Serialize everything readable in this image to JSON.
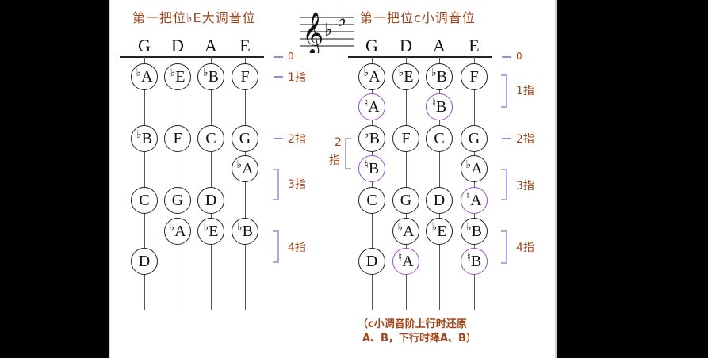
{
  "left": {
    "title": "第一把位♭E大调音位",
    "strings": [
      "G",
      "D",
      "A",
      "E"
    ],
    "zero_label": "0",
    "finger_labels": [
      "1指",
      "2指",
      "3指",
      "4指"
    ],
    "notes": [
      {
        "label": "A",
        "acc": "♭"
      },
      {
        "label": "E",
        "acc": "♭"
      },
      {
        "label": "B",
        "acc": "♭"
      },
      {
        "label": "F",
        "acc": ""
      },
      {
        "label": "B",
        "acc": "♭"
      },
      {
        "label": "F",
        "acc": ""
      },
      {
        "label": "C",
        "acc": ""
      },
      {
        "label": "G",
        "acc": ""
      },
      {
        "label": "A",
        "acc": "♭"
      },
      {
        "label": "C",
        "acc": ""
      },
      {
        "label": "G",
        "acc": ""
      },
      {
        "label": "D",
        "acc": ""
      },
      {
        "label": "A",
        "acc": "♭"
      },
      {
        "label": "E",
        "acc": "♭"
      },
      {
        "label": "B",
        "acc": "♭"
      },
      {
        "label": "D",
        "acc": ""
      }
    ]
  },
  "clef": {
    "name": "treble-clef-two-flats",
    "flats": 2
  },
  "right": {
    "title": "第一把位c小调音位",
    "strings": [
      "G",
      "D",
      "A",
      "E"
    ],
    "zero_label": "0",
    "finger_labels": [
      "1指",
      "2指",
      "3指",
      "4指"
    ],
    "side_label_num": "2",
    "side_label_char": "指",
    "notes": [
      {
        "label": "A",
        "acc": "♭"
      },
      {
        "label": "E",
        "acc": "♭"
      },
      {
        "label": "B",
        "acc": "♭"
      },
      {
        "label": "F",
        "acc": ""
      },
      {
        "label": "A",
        "acc": "♮"
      },
      {
        "label": "B",
        "acc": "♮"
      },
      {
        "label": "B",
        "acc": "♭"
      },
      {
        "label": "F",
        "acc": ""
      },
      {
        "label": "C",
        "acc": ""
      },
      {
        "label": "G",
        "acc": ""
      },
      {
        "label": "B",
        "acc": "♮"
      },
      {
        "label": "A",
        "acc": "♭"
      },
      {
        "label": "C",
        "acc": ""
      },
      {
        "label": "G",
        "acc": ""
      },
      {
        "label": "D",
        "acc": ""
      },
      {
        "label": "A",
        "acc": "♮"
      },
      {
        "label": "A",
        "acc": "♭"
      },
      {
        "label": "E",
        "acc": "♭"
      },
      {
        "label": "B",
        "acc": "♭"
      },
      {
        "label": "D",
        "acc": ""
      },
      {
        "label": "A",
        "acc": "♮"
      },
      {
        "label": "B",
        "acc": "♮"
      }
    ],
    "footnote_line1": "（c小调音阶上行时还原",
    "footnote_line2": "A、B，下行时降A、B）"
  },
  "colors": {
    "title": "#a0441a",
    "natural_circle": "#9a4fc8",
    "finger_tick": "#8f8fd0",
    "background": "#000000",
    "panel": "#ffffff"
  }
}
